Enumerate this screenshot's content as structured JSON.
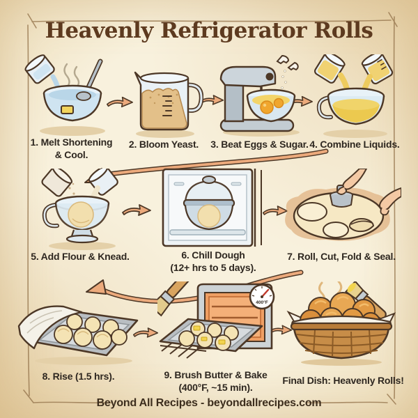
{
  "header": {
    "title": "Heavenly Refrigerator Rolls"
  },
  "footer": {
    "text": "Beyond All Recipes - beyondallrecipes.com"
  },
  "colors": {
    "background_parchment": "#f3e9d0",
    "edge_vignette": "#ecdbb6",
    "frame_line": "#97774f",
    "title_text": "#5d3a1f",
    "caption_text": "#2e2720",
    "footer_text": "#3c2d1d",
    "arrow_fill": "#ecaa7c",
    "arrow_outline": "#4c3726",
    "dough_cream": "#f2dfae",
    "roll_golden": "#e29a44",
    "glass_blue": "#cfe4f1",
    "oven_orange": "#ef9f63"
  },
  "steps": [
    {
      "id": 1,
      "caption_lines": [
        "1. Melt Shortening",
        "& Cool."
      ],
      "illustration": "bowl-melting-shortening"
    },
    {
      "id": 2,
      "caption_lines": [
        "2. Bloom Yeast."
      ],
      "illustration": "measuring-cup-yeast"
    },
    {
      "id": 3,
      "caption_lines": [
        "3. Beat Eggs & Sugar."
      ],
      "illustration": "stand-mixer-eggs"
    },
    {
      "id": 4,
      "caption_lines": [
        "4. Combine Liquids."
      ],
      "illustration": "pouring-liquids-into-bowl"
    },
    {
      "id": 5,
      "caption_lines": [
        "5. Add Flour & Knead."
      ],
      "illustration": "flour-into-dough-bowl"
    },
    {
      "id": 6,
      "caption_lines": [
        "6. Chill Dough",
        "(12+ hrs to 5 days)."
      ],
      "illustration": "covered-bowl-in-fridge"
    },
    {
      "id": 7,
      "caption_lines": [
        "7. Roll, Cut, Fold & Seal."
      ],
      "illustration": "cutting-dough-rounds"
    },
    {
      "id": 8,
      "caption_lines": [
        "8. Rise (1.5 hrs)."
      ],
      "illustration": "rolls-rising-on-tray"
    },
    {
      "id": 9,
      "caption_lines": [
        "9. Brush Butter & Bake",
        "(400°F, ~15 min)."
      ],
      "illustration": "brush-butter-and-bake",
      "oven_temp_badge": "400°F"
    },
    {
      "id": 10,
      "caption_lines": [
        "Final Dish: Heavenly Rolls!"
      ],
      "illustration": "basket-of-heavenly-rolls"
    }
  ]
}
